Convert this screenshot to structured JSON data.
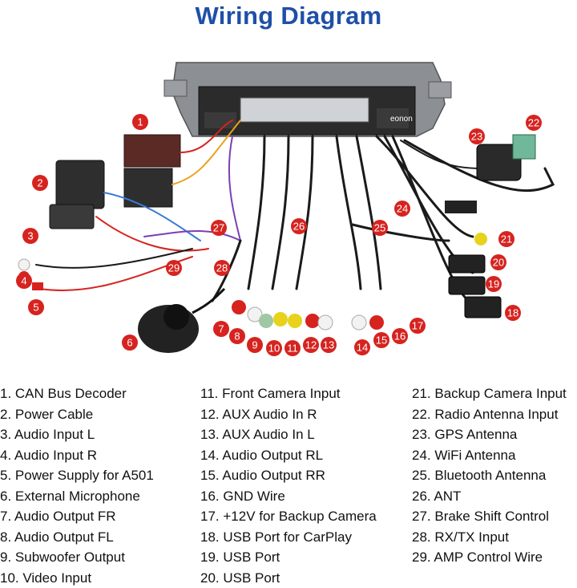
{
  "title": "Wiring Diagram",
  "legend": [
    "1. CAN Bus Decoder",
    "2. Power Cable",
    "3. Audio Input L",
    "4. Audio Input R",
    "5. Power Supply for A501",
    "6. External Microphone",
    "7. Audio Output FR",
    "8. Audio Output FL",
    "9. Subwoofer Output",
    "10. Video Input",
    "11. Front Camera Input",
    "12. AUX Audio In R",
    "13. AUX Audio In L",
    "14. Audio Output RL",
    "15. Audio Output RR",
    "16. GND Wire",
    "17. +12V for Backup Camera",
    "18. USB Port for CarPlay",
    "19. USB Port",
    "20. USB Port",
    "21. Backup Camera Input",
    "22. Radio Antenna Input",
    "23. GPS Antenna",
    "24. WiFi Antenna",
    "25. Bluetooth Antenna",
    "26. ANT",
    "27. Brake Shift Control",
    "28. RX/TX Input",
    "29. AMP Control Wire"
  ],
  "badges": [
    "1",
    "2",
    "3",
    "4",
    "5",
    "6",
    "7",
    "8",
    "9",
    "10",
    "11",
    "12",
    "13",
    "14",
    "15",
    "16",
    "17",
    "18",
    "19",
    "20",
    "21",
    "22",
    "23",
    "24",
    "25",
    "26",
    "27",
    "28",
    "29"
  ],
  "brand_logo": "eonon",
  "colors": {
    "title": "#1f4fa8",
    "badge": "#d6231f",
    "cable": "#1a1a1a"
  }
}
